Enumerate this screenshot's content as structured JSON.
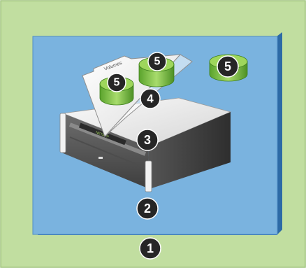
{
  "colors": {
    "outer_background": "#c1dea0",
    "outer_border": "#9fc47c",
    "inner_panel": "#7ab3df",
    "inner_panel_shadow": "#2d6aa6",
    "server_top": "#ececec",
    "server_front": "#5a5a5a",
    "server_side": "#3c3c3c",
    "folder": "#f2f2f2",
    "disk_green": "#7cc23f",
    "disk_green_dark": "#4a8f22",
    "badge": "#262626"
  },
  "diagram": {
    "labels": {
      "outer": "1",
      "inner": "2",
      "server": "3",
      "folder": "4",
      "disk_left": "5",
      "disk_center": "5",
      "disk_right": "5"
    },
    "folder_tab": "Volumes",
    "server_brand": "NETAPP"
  }
}
